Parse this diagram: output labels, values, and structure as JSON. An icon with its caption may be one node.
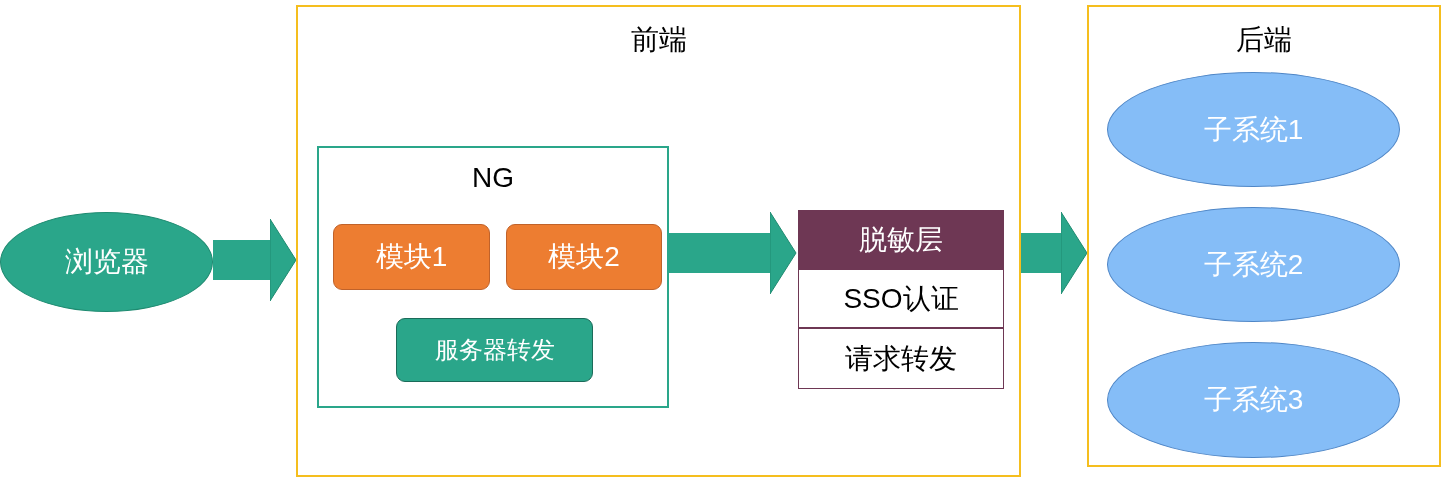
{
  "diagram": {
    "nodes": [
      {
        "text": [
          "浏览器"
        ]
      },
      {
        "text": [
          "前端"
        ]
      },
      {
        "text": [
          "NG"
        ],
        "in": 1
      },
      {
        "text": [
          "模块1"
        ],
        "in": 2
      },
      {
        "text": [
          "模块2"
        ],
        "in": 2
      },
      {
        "text": [
          "服务器转发"
        ],
        "in": 2
      },
      {
        "text": [
          "脱敏层"
        ],
        "in": 1
      },
      {
        "text": [
          "SSO认证"
        ],
        "in": 1
      },
      {
        "text": [
          "请求转发"
        ],
        "in": 1
      },
      {
        "text": [
          "后端"
        ]
      },
      {
        "text": [
          "子系统1"
        ],
        "in": 9
      },
      {
        "text": [
          "子系统2"
        ],
        "in": 9
      },
      {
        "text": [
          "子系统3"
        ],
        "in": 9
      }
    ],
    "edges": [
      {
        "from": 0,
        "to": 1,
        "arrow": "to"
      },
      {
        "from": 2,
        "to": 6,
        "arrow": "to"
      },
      {
        "from": 1,
        "to": 9,
        "arrow": "to"
      }
    ]
  }
}
